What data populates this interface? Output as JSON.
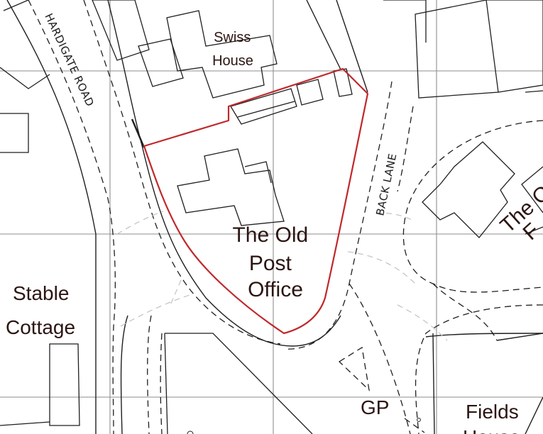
{
  "map": {
    "boundary_color": "#c0282b",
    "labels": {
      "site_name": [
        "The Old",
        "Post",
        "Office"
      ],
      "swiss_house": [
        "Swiss",
        "House"
      ],
      "stable_cottage": [
        "Stable",
        "Cottage"
      ],
      "fields_house": [
        "Fields",
        "House"
      ],
      "gp": "GP",
      "cut_off_label": [
        "The O",
        "F"
      ]
    },
    "roads": {
      "hardigate_road": "HARDIGATE ROAD",
      "back_lane": "BACK LANE"
    }
  }
}
